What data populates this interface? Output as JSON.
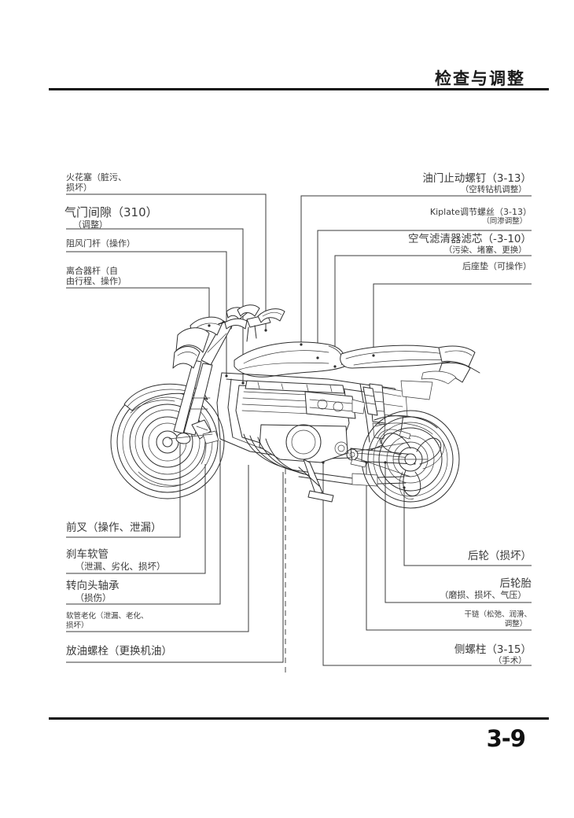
{
  "header": {
    "title": "检查与调整"
  },
  "footer": {
    "page_number": "3-9"
  },
  "figure": {
    "name": "motorcycle-inspection-diagram",
    "description": "摩托车侧视线图"
  },
  "callouts": {
    "left": [
      {
        "id": "spark-plug",
        "l1": "火花塞（脏污、",
        "l2": "损坏）",
        "size": "sz-m"
      },
      {
        "id": "valve-clearance",
        "l1": "气门间隙（310）",
        "l2": "（调整）",
        "size": "sz-xl"
      },
      {
        "id": "choke-lever",
        "l1": "阻风门杆（操作）",
        "l2": "",
        "size": "sz-m"
      },
      {
        "id": "clutch-lever",
        "l1": "离合器杆（自",
        "l2": "由行程、操作）",
        "size": "sz-m"
      },
      {
        "id": "front-fork",
        "l1": "前叉（操作、泄漏）",
        "l2": "",
        "size": "sz-l"
      },
      {
        "id": "brake-hose",
        "l1": "刹车软管",
        "l2": "（泄漏、劣化、损坏）",
        "size": "sz-l"
      },
      {
        "id": "steering-head-bearing",
        "l1": "转向头轴承",
        "l2": "（损伤）",
        "size": "sz-l"
      },
      {
        "id": "hose-aging",
        "l1": "软管老化（泄漏、老化、",
        "l2": "损坏）",
        "size": "sz-s"
      },
      {
        "id": "drain-bolt",
        "l1": "放油螺栓（更换机油）",
        "l2": "",
        "size": "sz-l"
      }
    ],
    "right": [
      {
        "id": "throttle-stop-screw",
        "l1": "油门止动螺钉（3-13）",
        "l2": "（空转钻机调整）",
        "size": "sz-l"
      },
      {
        "id": "kiplate-adjust-screw",
        "l1": "Kiplate调节螺丝（3-13）",
        "l2": "（同渗调整）",
        "size": "sz-m"
      },
      {
        "id": "air-cleaner-element",
        "l1": "空气滤清器滤芯（-3-10）",
        "l2": "（污染、堵塞、更换）",
        "size": "sz-l"
      },
      {
        "id": "rear-seat-cushion",
        "l1": "后座垫（可操作）",
        "l2": "",
        "size": "sz-m"
      },
      {
        "id": "rear-wheel",
        "l1": "后轮（损坏）",
        "l2": "",
        "size": "sz-l"
      },
      {
        "id": "rear-tire",
        "l1": "后轮胎",
        "l2": "（磨损、损坏、气压）",
        "size": "sz-l"
      },
      {
        "id": "drive-chain",
        "l1": "干链（松弛、润滑、",
        "l2": "调整）",
        "size": "sz-s"
      },
      {
        "id": "side-stud",
        "l1": "侧螺柱（3-15）",
        "l2": "（手术）",
        "size": "sz-l"
      }
    ]
  },
  "colors": {
    "rule": "#111111",
    "text": "#3a3a3a",
    "leader": "#3b3b3b",
    "artwork": "#2e2e2e"
  }
}
